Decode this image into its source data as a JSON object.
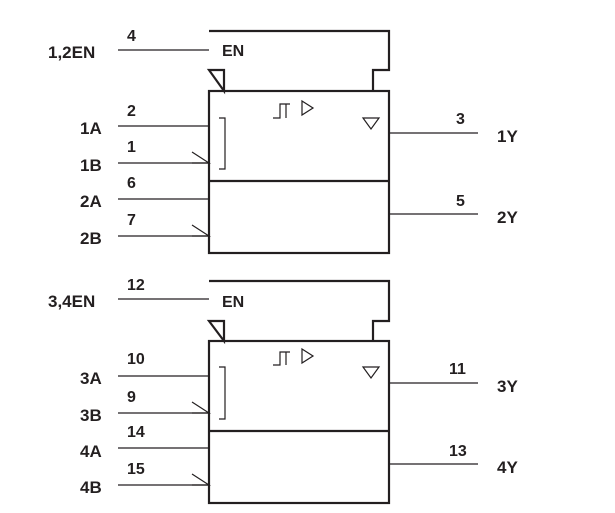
{
  "units": [
    {
      "enable": {
        "name": "1,2EN",
        "pin": "4",
        "label": "EN"
      },
      "inputs": [
        {
          "name": "1A",
          "pin": "2"
        },
        {
          "name": "1B",
          "pin": "1"
        },
        {
          "name": "2A",
          "pin": "6"
        },
        {
          "name": "2B",
          "pin": "7"
        }
      ],
      "outputs": [
        {
          "name": "1Y",
          "pin": "3"
        },
        {
          "name": "2Y",
          "pin": "5"
        }
      ]
    },
    {
      "enable": {
        "name": "3,4EN",
        "pin": "12",
        "label": "EN"
      },
      "inputs": [
        {
          "name": "3A",
          "pin": "10"
        },
        {
          "name": "3B",
          "pin": "9"
        },
        {
          "name": "4A",
          "pin": "14"
        },
        {
          "name": "4B",
          "pin": "15"
        }
      ],
      "outputs": [
        {
          "name": "3Y",
          "pin": "11"
        },
        {
          "name": "4Y",
          "pin": "13"
        }
      ]
    }
  ],
  "symbols": [
    "hysteresis-icon",
    "amplifier-icon",
    "open-drain-output-icon",
    "inverted-input-icon"
  ]
}
